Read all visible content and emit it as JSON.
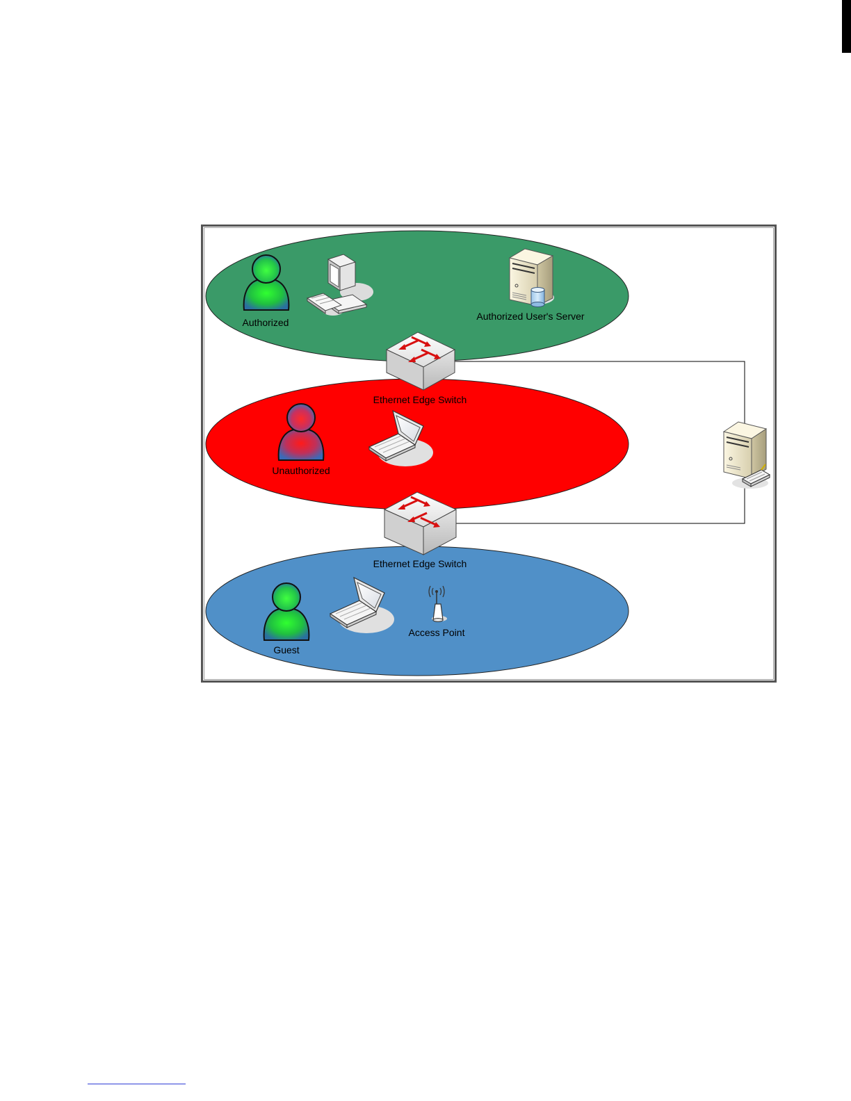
{
  "colors": {
    "authorized_zone": "#3a9a68",
    "unauthorized_zone": "#ff0000",
    "guest_zone": "#5090c8",
    "arrow_red": "#d81010",
    "frame_border": "#555555"
  },
  "zones": {
    "authorized": {
      "person_label": "Authorized",
      "server_label": "Authorized User's Server",
      "person_icon": "user-green-icon",
      "device_icon": "desktop-computer-icon",
      "server_icon": "database-server-icon"
    },
    "unauthorized": {
      "person_label": "Unauthorized",
      "person_icon": "user-red-icon",
      "device_icon": "laptop-icon"
    },
    "guest": {
      "person_label": "Guest",
      "ap_label": "Access Point",
      "person_icon": "user-green-icon",
      "device_icon": "laptop-icon",
      "ap_icon": "wireless-access-point-icon"
    }
  },
  "switches": [
    {
      "label": "Ethernet Edge Switch",
      "icon": "network-switch-icon"
    },
    {
      "label": "Ethernet Edge Switch",
      "icon": "network-switch-icon"
    }
  ],
  "auth_server": {
    "icon": "authentication-server-icon"
  }
}
